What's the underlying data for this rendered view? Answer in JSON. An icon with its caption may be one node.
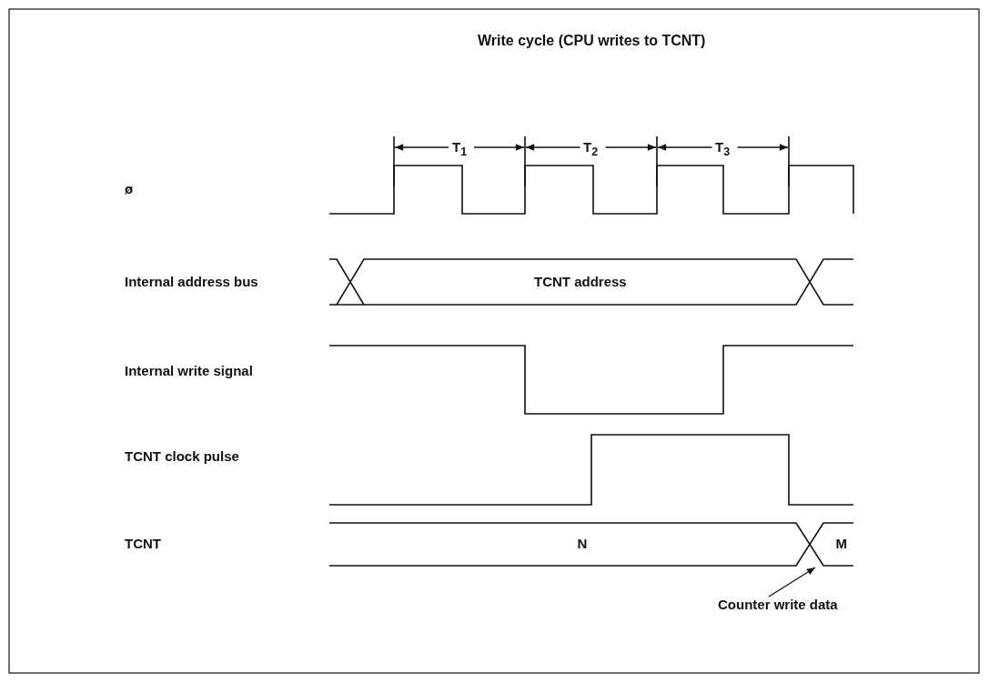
{
  "diagram": {
    "title": "Write cycle (CPU writes to TCNT)",
    "nodes": [
      {
        "text": [
          "Counter write data"
        ]
      },
      {
        "text": [],
        "shape": "bar"
      }
    ],
    "edges": [
      {
        "from": 0,
        "to": 1,
        "arrow": "to"
      }
    ],
    "labels": [
      "T$_{1}$",
      "T$_{2}$",
      "T$_{3}$",
      "ø",
      "Internal address bus",
      "TCNT address",
      "Internal write signal",
      "TCNT clock pulse",
      "TCNT",
      "N",
      "M"
    ]
  }
}
